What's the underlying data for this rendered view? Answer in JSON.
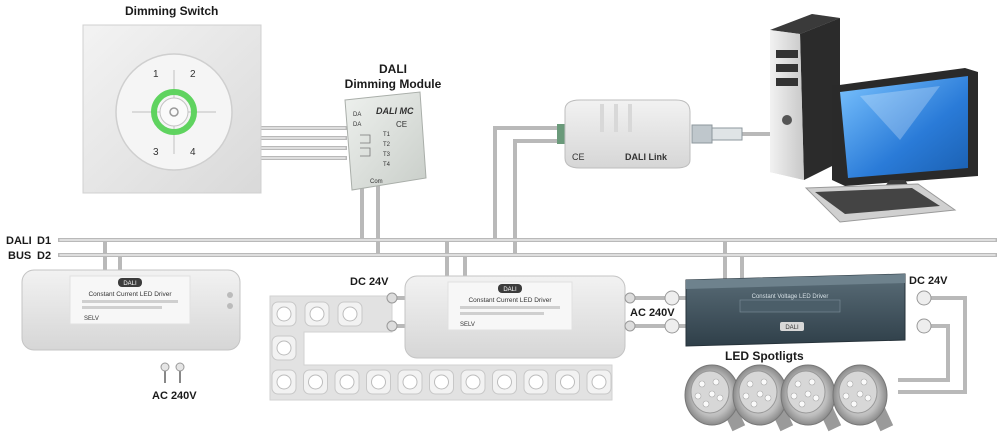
{
  "labels": {
    "dimming_switch": "Dimming Switch",
    "dali_module_line1": "DALI",
    "dali_module_line2": "Dimming Module",
    "dali_bus_line1": "DALI",
    "dali_bus_line2": "BUS",
    "d1": "D1",
    "d2": "D2",
    "dc24v_left": "DC 24V",
    "dc24v_right": "DC 24V",
    "ac240v_mid": "AC 240V",
    "ac240v_bottom": "AC 240V",
    "led_spotlights": "LED Spotligts"
  },
  "devices": {
    "module_brand": "DALI MC",
    "module_ce": "CE",
    "module_terminals": [
      "DA",
      "DA",
      "T1",
      "T2",
      "T3",
      "T4",
      "Com"
    ],
    "switch_buttons": [
      "1",
      "2",
      "3",
      "4"
    ],
    "link_ce": "CE",
    "link_name": "DALI Link",
    "driver_logo": "DALI",
    "driver_title": "Constant Current  LED Driver",
    "driver_selv": "SELV",
    "vdriver_logo": "DALI",
    "vdriver_title": "Constant Voltage LED Driver"
  },
  "colors": {
    "wire": "#b9b9b9",
    "wire_core": "#f4f4f4",
    "switch_ring": "#5fd35f",
    "led_strip": "#e2e2e2",
    "monitor_screen": "#3b8fe0",
    "voltage_driver": "#40535f"
  }
}
